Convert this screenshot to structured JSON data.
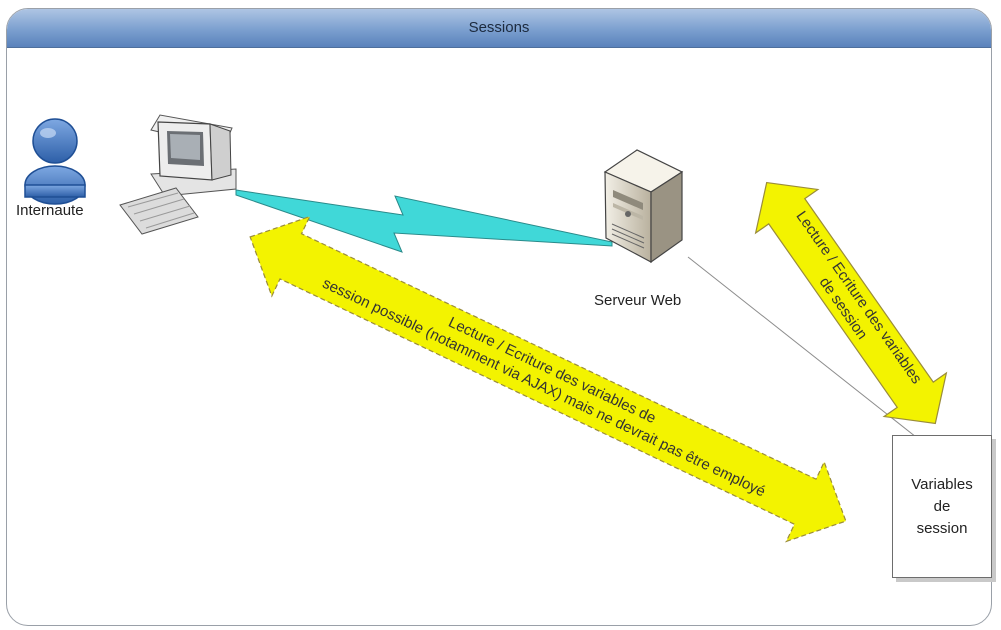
{
  "window": {
    "title": "Sessions"
  },
  "nodes": {
    "internaute": "Internaute",
    "serveur": "Serveur Web",
    "variables": "Variables\nde\nsession"
  },
  "arrows": {
    "client_line1": "Lecture / Ecriture des variables de",
    "client_line2": "session possible (notamment via AJAX) mais ne devrait pas être employé",
    "server_line1": "Lecture / Ecriture des variables",
    "server_line2": "de session"
  },
  "colors": {
    "arrow_fill": "#f3f300",
    "link": "#40d8d8",
    "title_bar": "#7b9fcf"
  },
  "icons": [
    "user-icon",
    "computer-icon",
    "server-icon"
  ]
}
